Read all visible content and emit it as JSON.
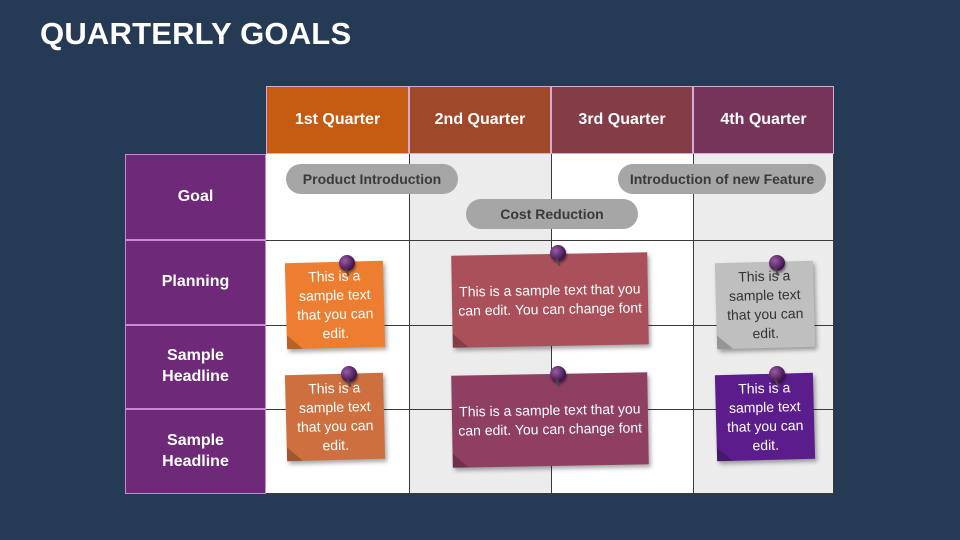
{
  "title": "QUARTERLY GOALS",
  "quarters": [
    {
      "label": "1st Quarter",
      "color": "#c55a11"
    },
    {
      "label": "2nd Quarter",
      "color": "#a0482a"
    },
    {
      "label": "3rd Quarter",
      "color": "#843c45"
    },
    {
      "label": "4th Quarter",
      "color": "#763458"
    }
  ],
  "rows": [
    "Goal",
    "Planning",
    "Sample Headline",
    "Sample Headline"
  ],
  "goals": [
    {
      "label": "Product Introduction"
    },
    {
      "label": "Cost Reduction"
    },
    {
      "label": "Introduction of new Feature"
    }
  ],
  "notes": [
    {
      "text": "This is a sample text that you can edit.",
      "color": "#ed7d31"
    },
    {
      "text": "This is a sample text that you can edit. You can change font",
      "color": "#a9505a"
    },
    {
      "text": "This is a sample text that you can edit.",
      "color": "#bfbfbf"
    },
    {
      "text": "This is a sample text that you can edit.",
      "color": "#cd6f3f"
    },
    {
      "text": "This is a sample text that you can edit. You can change font",
      "color": "#8e3f62"
    },
    {
      "text": "This is a sample text that you can edit.",
      "color": "#5c1d8c"
    }
  ]
}
